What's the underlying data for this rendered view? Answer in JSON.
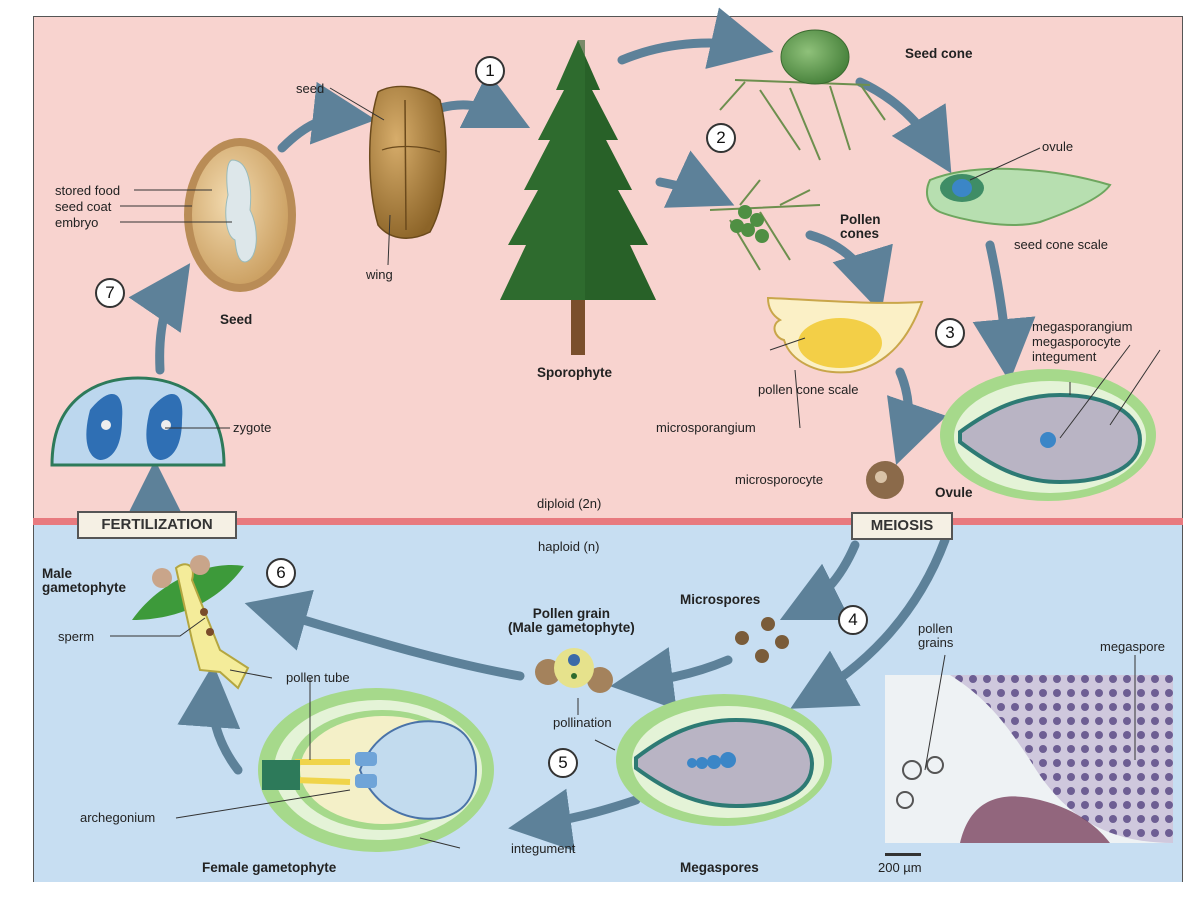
{
  "regions": {
    "top": "diploid (2n)",
    "bottom": "haploid (n)"
  },
  "process_boxes": {
    "fertilization": "FERTILIZATION",
    "meiosis": "MEIOSIS"
  },
  "steps": [
    "1",
    "2",
    "3",
    "4",
    "5",
    "6",
    "7"
  ],
  "labels": {
    "seed_small": "seed",
    "wing": "wing",
    "stored_food": "stored food",
    "seed_coat": "seed coat",
    "embryo": "embryo",
    "seed": "Seed",
    "zygote": "zygote",
    "sporophyte": "Sporophyte",
    "seed_cone": "Seed cone",
    "ovule_small": "ovule",
    "seed_cone_scale": "seed cone scale",
    "pollen_cones": "Pollen\ncones",
    "megasporangium": "megasporangium",
    "megasporocyte": "megasporocyte",
    "integument_top": "integument",
    "pollen_cone_scale": "pollen cone scale",
    "microsporangium": "microsporangium",
    "microsporocyte": "microsporocyte",
    "ovule": "Ovule",
    "male_gametophyte": "Male\ngametophyte",
    "sperm": "sperm",
    "pollen_tube": "pollen tube",
    "pollen_grain": "Pollen grain\n(Male gametophyte)",
    "microspores": "Microspores",
    "pollination": "pollination",
    "pollen_grains": "pollen\ngrains",
    "megaspore": "megaspore",
    "archegonium": "archegonium",
    "integument_bottom": "integument",
    "female_gametophyte": "Female gametophyte",
    "megaspores": "Megaspores",
    "scale_bar": "200 µm"
  },
  "colors": {
    "diploid_bg": "#f8d3cf",
    "haploid_bg": "#c7def2",
    "divider": "#e87a7f",
    "arrow": "#5d8199",
    "tree": "#2e6b2e",
    "integument": "#a6d98b",
    "nucellus": "#b9b4c4"
  }
}
